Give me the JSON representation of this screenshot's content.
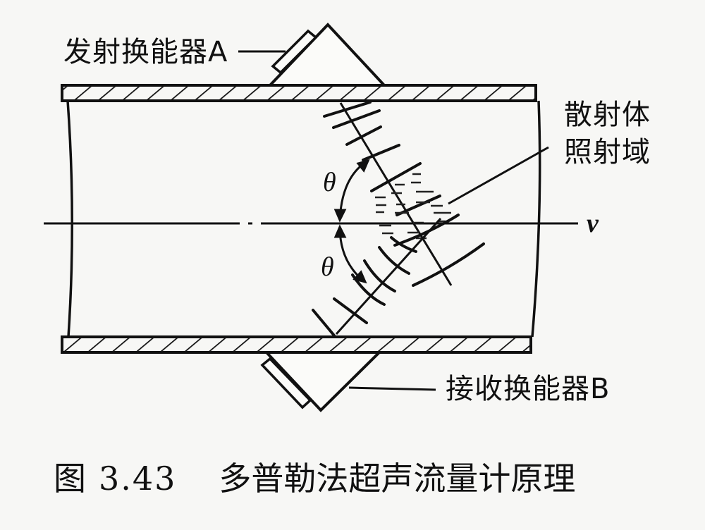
{
  "figure": {
    "caption": {
      "prefix": "图",
      "number": "3.43",
      "title": "多普勒法超声流量计原理"
    },
    "labels": {
      "transmitter": "发射换能器A",
      "receiver": "接收换能器B",
      "scatter_line1": "散射体",
      "scatter_line2": "照射域",
      "angle_top": "θ",
      "angle_bottom": "θ",
      "velocity": "v"
    },
    "colors": {
      "ink": "#111111",
      "paper": "#f7f7f5"
    }
  }
}
